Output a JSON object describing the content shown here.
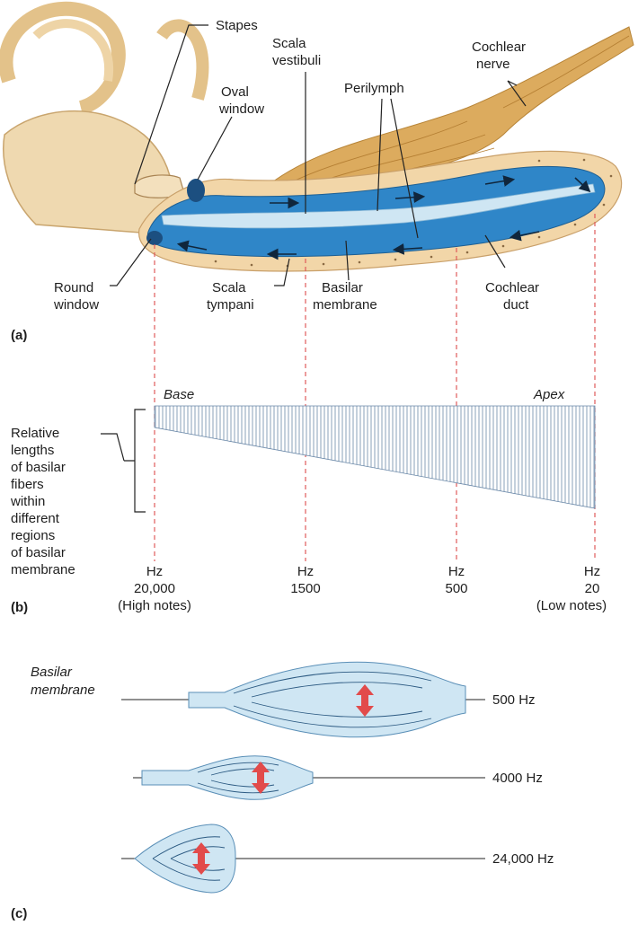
{
  "panel_a": {
    "panel_label": "(a)",
    "labels": {
      "stapes": "Stapes",
      "scala_vestibuli": [
        "Scala",
        "vestibuli"
      ],
      "cochlear_nerve": [
        "Cochlear",
        "nerve"
      ],
      "oval_window": [
        "Oval",
        "window"
      ],
      "perilymph": "Perilymph",
      "round_window": [
        "Round",
        "window"
      ],
      "scala_tympani": [
        "Scala",
        "tympani"
      ],
      "basilar_membrane": [
        "Basilar",
        "membrane"
      ],
      "cochlear_duct": [
        "Cochlear",
        "duct"
      ]
    }
  },
  "panel_b": {
    "panel_label": "(b)",
    "base_label": "Base",
    "apex_label": "Apex",
    "fiber_caption": [
      "Relative",
      "lengths",
      "of basilar",
      "fibers",
      "within",
      "different",
      "regions",
      "of basilar",
      "membrane"
    ],
    "frequency_markers": [
      {
        "unit": "Hz",
        "value": "20,000",
        "note": "(High notes)"
      },
      {
        "unit": "Hz",
        "value": "1500",
        "note": ""
      },
      {
        "unit": "Hz",
        "value": "500",
        "note": ""
      },
      {
        "unit": "Hz",
        "value": "20",
        "note": "(Low notes)"
      }
    ]
  },
  "panel_c": {
    "panel_label": "(c)",
    "membrane_label": [
      "Basilar",
      "membrane"
    ],
    "vibrations": [
      {
        "frequency": "500 Hz"
      },
      {
        "frequency": "4000 Hz"
      },
      {
        "frequency": "24,000 Hz"
      }
    ]
  },
  "colors": {
    "fluid_blue": "#2f86c8",
    "light_blue": "#cfe6f3",
    "tissue": "#f2d6a8",
    "nerve": "#d9a354",
    "arrow_red": "#e24b4b",
    "dashed_red": "#e05a5a"
  }
}
